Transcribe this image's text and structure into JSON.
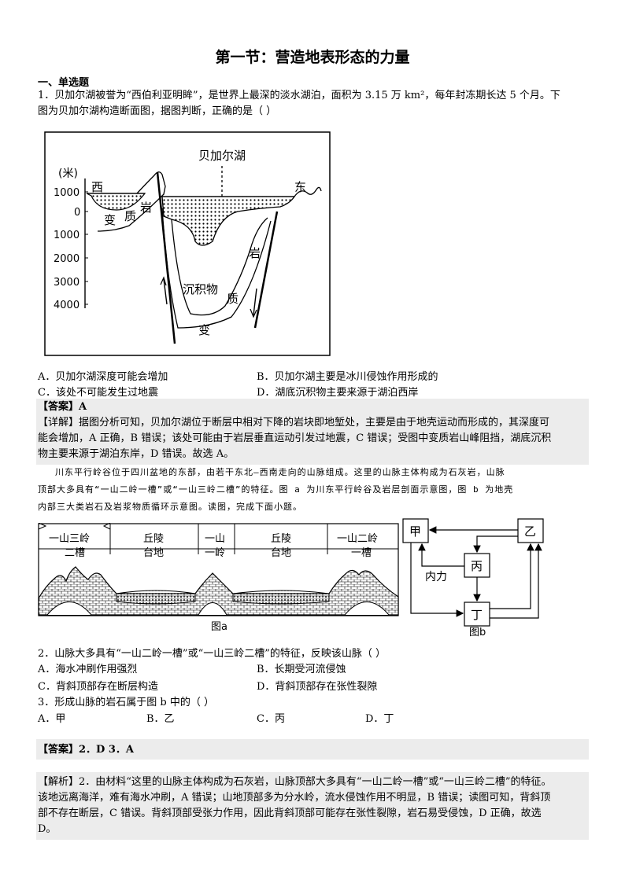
{
  "title": "第一节：营造地表形态的力量",
  "section": "一、单选题",
  "q1": {
    "stem_line1": "1．贝加尔湖被誉为“西伯利亚明眸”，是世界上最深的淡水湖泊，面积为 3.15 万 km²，每年封冻期长达 5 个月。下",
    "stem_line2": "图为贝加尔湖构造断面图，据图判断，正确的是（    ）",
    "figure": {
      "lake": "贝加尔湖",
      "unit": "(米)",
      "west": "西",
      "east": "东",
      "yticks": [
        "1000",
        "0",
        "1000",
        "2000",
        "3000",
        "4000"
      ],
      "rock1": "变",
      "rock2": "质",
      "rock3": "岩",
      "rock4": "岩",
      "sediment": "沉积物",
      "rock5": "质",
      "rock6": "变"
    },
    "optA": "A．贝加尔湖深度可能会增加",
    "optB": "B．贝加尔湖主要是冰川侵蚀作用形成的",
    "optC": "C．该处不可能发生过地震",
    "optD": "D．湖底沉积物主要来源于湖泊西岸",
    "answer": "【答案】A",
    "detail_line1": "【详解】据图分析可知，贝加尔湖位于断层中相对下降的岩块即地堑处，主要是由于地壳运动而形成的，其深度可",
    "detail_line2": "能会增加，A 正确，B 错误；该处可能由于岩层垂直运动引发过地震，C 错误；受图中变质岩山峰阻挡，湖底沉积",
    "detail_line3": "物主要来源于湖泊东岸，D 错误。故选 A。"
  },
  "material": {
    "line1": "川东平行岭谷位于四川盆地的东部，由若干东北—西南走向的山脉组成。这里的山脉主体构成为石灰岩，山脉",
    "line2": "顶部大多具有“一山二岭一槽”或“一山三岭二槽”的特征。图 a 为川东平行岭谷及岩层剖面示意图，图 b 为地壳",
    "line3": "内部三大类岩石及岩浆物质循环示意图。读图，完成下面小题。"
  },
  "figa": {
    "label": "图a",
    "seg1": [
      "一山三岭",
      "二槽"
    ],
    "seg2": [
      "丘陵",
      "台地"
    ],
    "seg3": [
      "一山",
      "一岭"
    ],
    "seg4": [
      "丘陵",
      "台地"
    ],
    "seg5": [
      "一山二岭",
      "一槽"
    ]
  },
  "figb": {
    "label": "图b",
    "n1": "甲",
    "n2": "乙",
    "n3": "丙",
    "n4": "丁",
    "force": "内力"
  },
  "q2": {
    "stem": "2．山脉大多具有“一山二岭一槽”或“一山三岭二槽”的特征，反映该山脉（    ）",
    "optA": "A．海水冲刷作用强烈",
    "optB": "B．长期受河流侵蚀",
    "optC": "C．背斜顶部存在断层构造",
    "optD": "D．背斜顶部存在张性裂隙"
  },
  "q3": {
    "stem": "3．形成山脉的岩石属于图 b 中的（    ）",
    "optA": "A．甲",
    "optB": "B．乙",
    "optC": "C．丙",
    "optD": "D．丁"
  },
  "answer2": "【答案】2．D    3．A",
  "analysis": {
    "line1": "【解析】2．由材料“这里的山脉主体构成为石灰岩，山脉顶部大多具有“一山二岭一槽”或“一山三岭二槽”的特征。",
    "line2": "该地远离海洋，难有海水冲刷，A 错误；山地顶部多为分水岭，流水侵蚀作用不明显，B 错误；读图可知，背斜顶",
    "line3": "部不存在断层，C 错误。背斜顶部受张力作用，因此背斜顶部可能存在张性裂隙，岩石易受侵蚀，D 正确，故选",
    "line4": "D。"
  }
}
